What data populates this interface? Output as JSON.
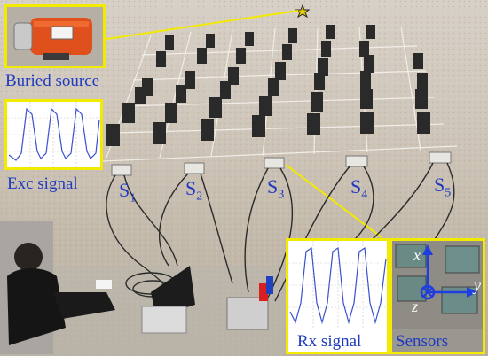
{
  "labels": {
    "buried_source": "Buried source",
    "exc_signal": "Exc signal",
    "rx_signal": "Rx signal",
    "sensors": "Sensors",
    "sensor_ids": [
      {
        "main": "S",
        "sub": "1"
      },
      {
        "main": "S",
        "sub": "2"
      },
      {
        "main": "S",
        "sub": "3"
      },
      {
        "main": "S",
        "sub": "4"
      },
      {
        "main": "S",
        "sub": "5"
      }
    ],
    "axes": {
      "x": "x",
      "y": "y",
      "z": "z"
    }
  },
  "colors": {
    "frame": "#f2ea00",
    "text": "#1f3bbf",
    "signal": "#3a4fd0",
    "axes": "#1e3ee0"
  }
}
